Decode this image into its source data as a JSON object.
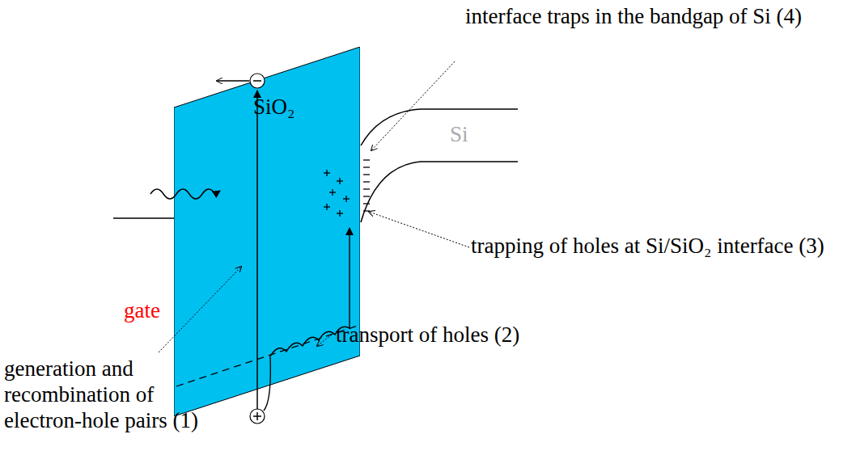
{
  "diagram": {
    "nodes": [
      {
        "text": [
          "SiO₂"
        ]
      }
    ],
    "labels": [
      "interface traps in the bandgap of Si (4)",
      "Si",
      "trapping of holes at Si/SiO₂ interface (3)",
      "gate",
      "transport of holes (2)",
      "generation and recombination of electron-hole pairs (1)"
    ]
  }
}
